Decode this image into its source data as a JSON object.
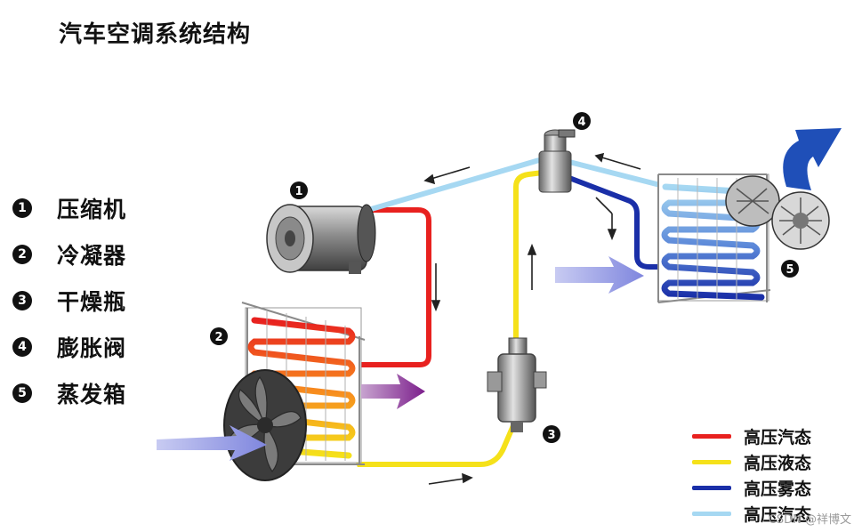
{
  "title": "汽车空调系统结构",
  "components": [
    {
      "num": "1",
      "label": "压缩机"
    },
    {
      "num": "2",
      "label": "冷凝器"
    },
    {
      "num": "3",
      "label": "干燥瓶"
    },
    {
      "num": "4",
      "label": "膨胀阀"
    },
    {
      "num": "5",
      "label": "蒸发箱"
    }
  ],
  "diagram_numbers": {
    "compressor": "1",
    "condenser": "2",
    "dryer": "3",
    "expansion_valve": "4",
    "evaporator": "5"
  },
  "legend": [
    {
      "label": "高压汽态",
      "color": "#e8211f"
    },
    {
      "label": "高压液态",
      "color": "#f5e11a"
    },
    {
      "label": "高压雾态",
      "color": "#1a2fa8"
    },
    {
      "label": "高压汽态",
      "color": "#a6d8f2"
    }
  ],
  "colors": {
    "hot_gas": "#e8211f",
    "liquid": "#f5e11a",
    "mist": "#1a2fa8",
    "cool_gas": "#a6d8f2",
    "air_in": "#8a8fe0",
    "air_hot": "#8b2a9a",
    "air_out": "#1f4fb8"
  },
  "watermark": "CSDN @祥博文"
}
